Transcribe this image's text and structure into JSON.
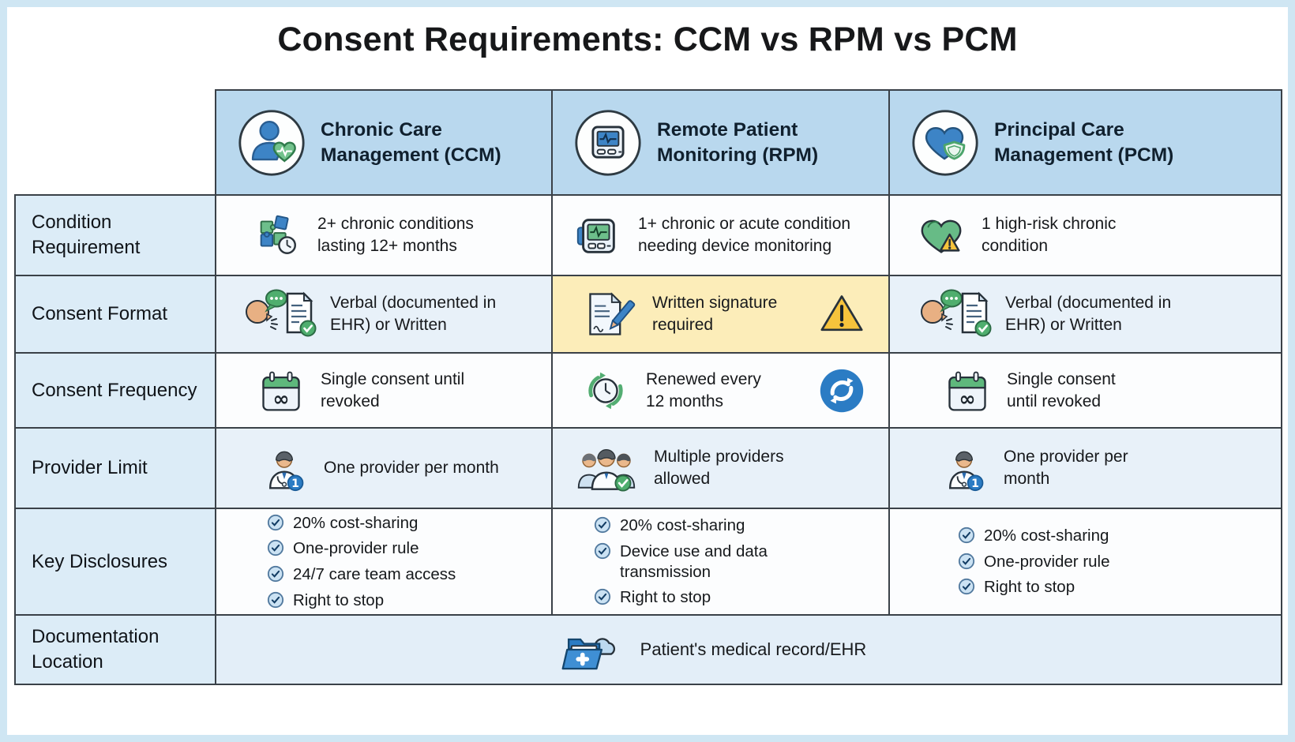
{
  "title": "Consent Requirements: CCM vs RPM vs PCM",
  "columns": {
    "ccm": {
      "label": "Chronic Care Management (CCM)",
      "icon": "person-heart-icon"
    },
    "rpm": {
      "label": "Remote Patient Monitoring (RPM)",
      "icon": "heart-monitor-icon"
    },
    "pcm": {
      "label": "Principal Care Management (PCM)",
      "icon": "heart-shield-icon"
    }
  },
  "rows": {
    "condition": {
      "label": "Condition Requirement",
      "ccm": {
        "text": "2+ chronic conditions lasting 12+ months",
        "icon": "puzzle-clock-icon"
      },
      "rpm": {
        "text": "1+ chronic or acute condition needing device monitoring",
        "icon": "monitor-device-icon"
      },
      "pcm": {
        "text": "1 high-risk chronic condition",
        "icon": "heart-warning-icon"
      }
    },
    "format": {
      "label": "Consent Format",
      "ccm": {
        "text": "Verbal (documented in EHR) or Written",
        "icon": "speech-document-icon"
      },
      "rpm": {
        "text": "Written signature required",
        "icon": "signature-document-icon",
        "warning_icon": "warning-triangle-icon",
        "highlighted": true
      },
      "pcm": {
        "text": "Verbal (documented in EHR) or Written",
        "icon": "speech-document-icon"
      }
    },
    "frequency": {
      "label": "Consent Frequency",
      "ccm": {
        "text": "Single consent until revoked",
        "icon": "calendar-infinity-icon"
      },
      "rpm": {
        "text": "Renewed every 12 months",
        "icon": "renewal-clock-icon",
        "badge_icon": "refresh-circle-icon"
      },
      "pcm": {
        "text": "Single consent until revoked",
        "icon": "calendar-infinity-icon"
      }
    },
    "provider": {
      "label": "Provider Limit",
      "ccm": {
        "text": "One provider per month",
        "icon": "doctor-one-icon"
      },
      "rpm": {
        "text": "Multiple providers allowed",
        "icon": "provider-group-icon"
      },
      "pcm": {
        "text": "One provider per month",
        "icon": "doctor-one-icon"
      }
    },
    "disclosures": {
      "label": "Key Disclosures",
      "ccm": [
        "20% cost-sharing",
        "One-provider rule",
        "24/7 care team access",
        "Right to stop"
      ],
      "rpm": [
        "20% cost-sharing",
        "Device use and data transmission",
        "Right to stop"
      ],
      "pcm": [
        "20% cost-sharing",
        "One-provider rule",
        "Right to stop"
      ]
    },
    "documentation": {
      "label": "Documentation Location",
      "value": "Patient's medical record/EHR",
      "icon": "folder-cloud-icon"
    }
  },
  "glyphs": {
    "infinity": "∞",
    "one": "1"
  },
  "colors": {
    "header_bg": "#b9d8ee",
    "label_column_bg": "#dcecf7",
    "alt_row_bg": "#e8f1f9",
    "white_row_bg": "#fcfdfe",
    "highlight_bg": "#fcedb9",
    "border": "#3a4148",
    "accent_blue": "#2b7cc4",
    "accent_green": "#4fae6e",
    "warning_yellow": "#f6c33c"
  }
}
